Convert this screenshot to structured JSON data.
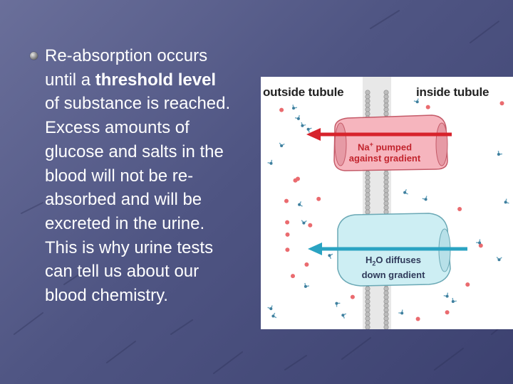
{
  "slide": {
    "bullet_lines": [
      {
        "pre": "Re-absorption occurs",
        "bold": "",
        "post": ""
      },
      {
        "pre": "until a ",
        "bold": "threshold level",
        "post": ""
      },
      {
        "pre": "of substance is reached.",
        "bold": "",
        "post": ""
      },
      {
        "pre": "Excess amounts of",
        "bold": "",
        "post": ""
      },
      {
        "pre": "glucose and salts in the",
        "bold": "",
        "post": ""
      },
      {
        "pre": "blood will not be re-",
        "bold": "",
        "post": ""
      },
      {
        "pre": "absorbed and will be",
        "bold": "",
        "post": ""
      },
      {
        "pre": "excreted in the urine.",
        "bold": "",
        "post": ""
      },
      {
        "pre": "This is why urine tests",
        "bold": "",
        "post": ""
      },
      {
        "pre": "can tell us about our",
        "bold": "",
        "post": ""
      },
      {
        "pre": "blood chemistry.",
        "bold": "",
        "post": ""
      }
    ]
  },
  "figure": {
    "label_outside": "outside tubule",
    "label_inside": "inside tubule",
    "na_line1_pre": "Na",
    "na_line1_sup": "+",
    "na_line1_post": " pumped",
    "na_line2": "against gradient",
    "h2o_line1_pre": "H",
    "h2o_line1_sub": "2",
    "h2o_line1_post": "O diffuses",
    "h2o_line2": "down gradient"
  },
  "colors": {
    "background": "#4f5583",
    "text": "#ffffff",
    "na_box": "#f6b5be",
    "na_arrow": "#d7232c",
    "h2o_box": "#cdeef3",
    "h2o_arrow": "#2aa3c2",
    "membrane": "#c8c8c8"
  }
}
